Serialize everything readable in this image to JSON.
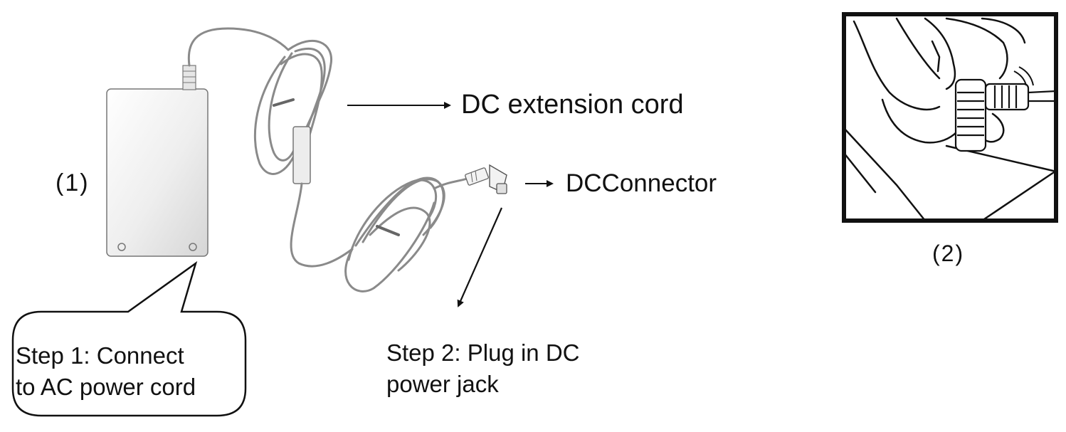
{
  "figure1": {
    "label": "(1)"
  },
  "figure2": {
    "label": "(2)"
  },
  "labels": {
    "extension_cord": "DC extension cord",
    "dc_connector": "DCConnector"
  },
  "step1": {
    "line1": "Step 1:  Connect",
    "line2": "to  AC power cord"
  },
  "step2": {
    "line1": "Step  2:  Plug  in  DC",
    "line2": "power jack"
  }
}
